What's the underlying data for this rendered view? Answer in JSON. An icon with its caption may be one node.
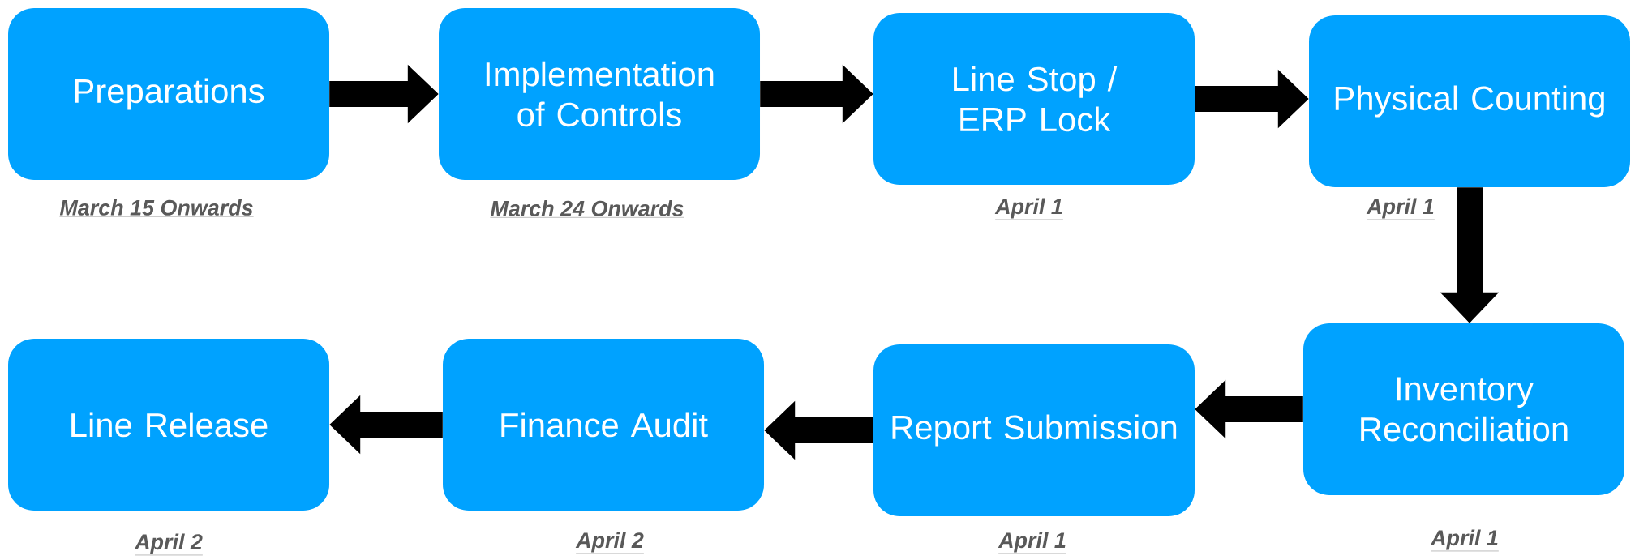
{
  "diagram": {
    "nodes": [
      {
        "text": [
          "Preparations"
        ],
        "beside": [
          "March 15 Onwards"
        ]
      },
      {
        "text": [
          "Implementation of Controls"
        ],
        "beside": [
          "March 24 Onwards"
        ]
      },
      {
        "text": [
          "Line Stop / ERP Lock"
        ],
        "beside": [
          "April 1"
        ]
      },
      {
        "text": [
          "Physical Counting"
        ],
        "beside": [
          "April 1"
        ]
      },
      {
        "text": [
          "Inventory Reconciliation"
        ],
        "beside": [
          "April 1"
        ]
      },
      {
        "text": [
          "Report Submission"
        ],
        "beside": [
          "April 1"
        ]
      },
      {
        "text": [
          "Finance Audit"
        ],
        "beside": [
          "April 2"
        ]
      },
      {
        "text": [
          "Line Release"
        ],
        "beside": [
          "April 2"
        ]
      }
    ],
    "edges": [
      {
        "from": 0,
        "to": 1,
        "arrow": "to"
      },
      {
        "from": 1,
        "to": 2,
        "arrow": "to"
      },
      {
        "from": 2,
        "to": 3,
        "arrow": "to"
      },
      {
        "from": 3,
        "to": 4,
        "arrow": "to"
      },
      {
        "from": 4,
        "to": 5,
        "arrow": "to"
      },
      {
        "from": 5,
        "to": 6,
        "arrow": "to"
      },
      {
        "from": 6,
        "to": 7,
        "arrow": "to"
      }
    ]
  }
}
